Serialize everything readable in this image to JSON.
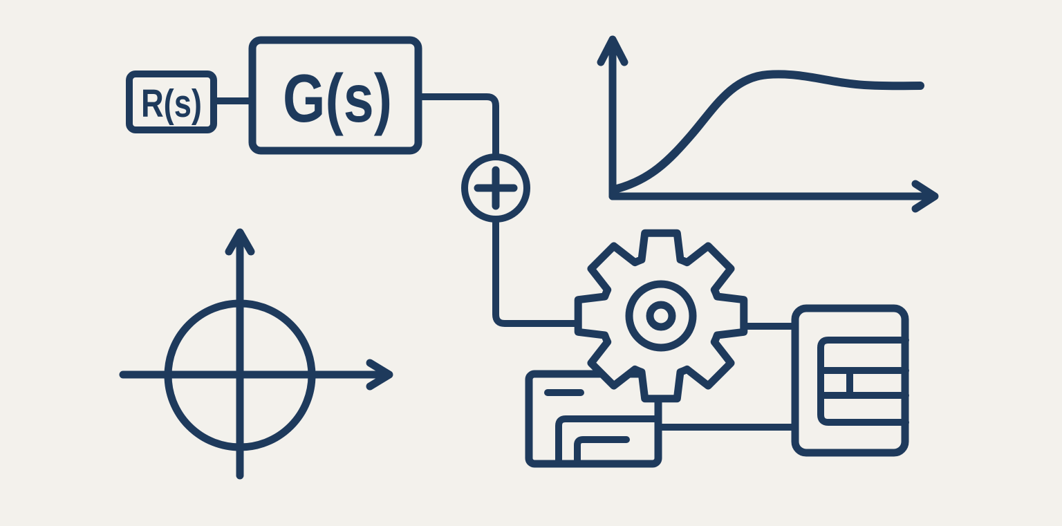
{
  "illustration": {
    "name": "control-systems-line-art",
    "background_color": "#f3f1ec",
    "line_color": "#1e3a5c",
    "block_diagram": {
      "source_block": {
        "label": "R(s)"
      },
      "transfer_block": {
        "label": "G(s)"
      },
      "summing_junction": {
        "symbol": "+"
      }
    },
    "icons": [
      "step-response-graph-icon",
      "pole-zero-plot-icon",
      "gear-icon",
      "folder-documents-icon",
      "data-table-document-icon",
      "plus-icon",
      "up-arrow-icon",
      "right-arrow-icon"
    ]
  }
}
